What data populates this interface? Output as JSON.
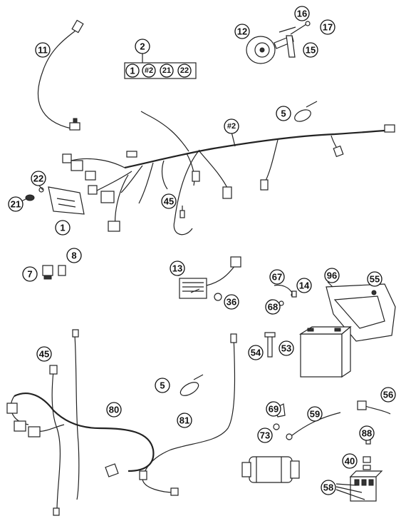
{
  "callouts": {
    "c11": "11",
    "c2": "2",
    "c2_1": "1",
    "c2_h2": "#2",
    "c2_21": "21",
    "c2_22": "22",
    "c12": "12",
    "c16": "16",
    "c17": "17",
    "c15": "15",
    "c5a": "5",
    "c_h2": "#2",
    "c22": "22",
    "c21": "21",
    "c1": "1",
    "c45a": "45",
    "c8": "8",
    "c7": "7",
    "c13": "13",
    "c36": "36",
    "c67": "67",
    "c14": "14",
    "c96": "96",
    "c55": "55",
    "c68": "68",
    "c54": "54",
    "c53": "53",
    "c45b": "45",
    "c80": "80",
    "c5b": "5",
    "c81": "81",
    "c69": "69",
    "c59": "59",
    "c56": "56",
    "c73": "73",
    "c88": "88",
    "c40": "40",
    "c58": "58"
  }
}
